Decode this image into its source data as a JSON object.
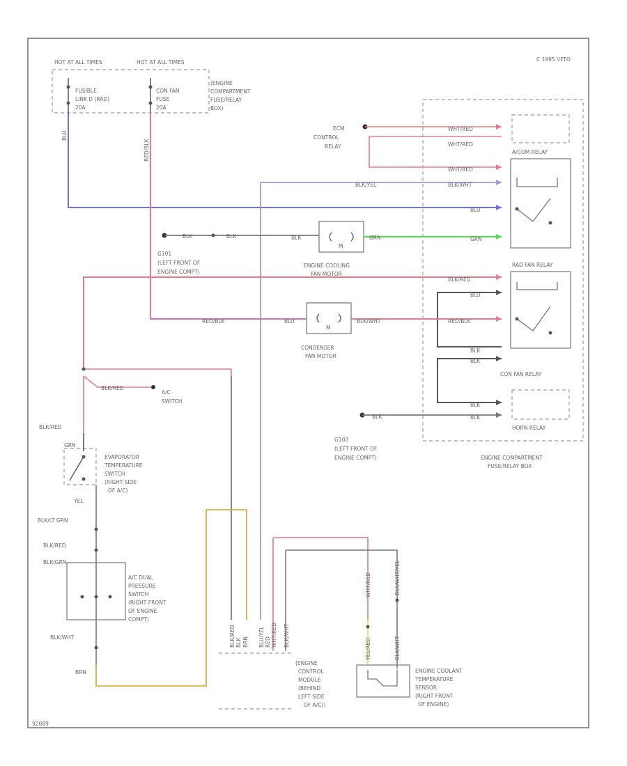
{
  "copyright": "C 1995 VFTO",
  "figure_id": "92089",
  "colors": {
    "red": "#e87a88",
    "blue": "#7070e0",
    "blue_light": "#9a9ae0",
    "pink": "#d070c0",
    "green": "#50e050",
    "yellow": "#d8b040",
    "black": "#555555",
    "gray": "#aaaaaa"
  },
  "power": {
    "hot1": "HOT AT ALL TIMES",
    "hot2": "HOT AT ALL TIMES",
    "fusible_link": [
      "FUSIBLE",
      "LINK D (RAD)",
      "20A"
    ],
    "cond_fan_fuse": [
      "CON FAN",
      "FUSE",
      "20A"
    ],
    "box_label": [
      "(ENGINE",
      "COMPARTMENT",
      "FUSE/RELAY",
      "BOX)"
    ],
    "wire_blu": "BLU",
    "wire_redblk": "RED/BLK"
  },
  "ecm_relay": {
    "label": [
      "ECM",
      "CONTROL",
      "RELAY"
    ],
    "wire1": "WHT/RED",
    "wire2": "WHT/RED",
    "wire3": "WHT/RED"
  },
  "relays": {
    "ac": "A/COM RELAY",
    "radiator": "RAD FAN RELAY",
    "condenser": "CON FAN RELAY",
    "horn": "HORN RELAY",
    "box": [
      "ENGINE COMPARTMENT",
      "FUSE/RELAY BOX"
    ]
  },
  "wires": {
    "blkyel": "BLK/YEL",
    "blkwht1": "BLK/WHT",
    "blu_relay": "BLU",
    "grn": "GRN",
    "blk1": "BLK",
    "blk2": "BLK",
    "blk3": "BLK",
    "grn_motor": "GRN",
    "blkred_rad": "BLK/RED",
    "blu_rad": "BLU",
    "redblk_cond": "RED/BLK",
    "blu_cond": "BLU",
    "blkwht_cond": "BLK/WHT",
    "redblk_relay": "RED/BLK",
    "blk_horn1": "BLK",
    "blk_horn2": "BLK",
    "blk_horn3": "BLK",
    "blk_horn4": "BLK",
    "blk_g102": "BLK",
    "blkred_sw": "BLK/RED",
    "blkred_left": "BLK/RED",
    "grn_sw": "GRN",
    "yel": "YEL",
    "blkltgrn": "BLK/LT GRN",
    "blkred2": "BLK/RED",
    "blkgrn": "BLK/GRN",
    "blkwht2": "BLK/WHT",
    "brn": "BRN"
  },
  "grounds": {
    "g101": [
      "G101",
      "(LEFT FRONT OF",
      "ENGINE COMPT)"
    ],
    "g102": [
      "G102",
      "(LEFT FRONT OF",
      "ENGINE COMPT)"
    ]
  },
  "components": {
    "rad_motor": [
      "ENGINE COOLING",
      "FAN MOTOR"
    ],
    "cond_motor": [
      "CONDENSER",
      "FAN MOTOR"
    ],
    "ac_switch": [
      "A/C",
      "SWITCH"
    ],
    "evap_switch": [
      "EVAPORATOR",
      "TEMPERATURE",
      "SWITCH",
      "(RIGHT SIDE",
      "OF A/C)"
    ],
    "dual_pressure": [
      "A/C DUAL",
      "PRESSURE",
      "SWITCH",
      "(RIGHT FRONT",
      "OF ENGINE",
      "COMPT)"
    ],
    "ecm": [
      "(ENGINE",
      "CONTROL",
      "MODULE",
      "(BEHIND",
      "LEFT SIDE",
      "OF A/C))"
    ],
    "ect_sensor": [
      "ENGINE COOLANT",
      "TEMPERATURE",
      "SENSOR",
      "(RIGHT FRONT",
      "OF ENGINE)"
    ]
  },
  "ecm_pins": [
    "BLK/RED",
    "BRN",
    "BLK",
    "BLU/YEL",
    "RED",
    "WHT/RED",
    "BLK/WHT"
  ],
  "ect_pins": [
    "YEL/RED",
    "WHT/RED",
    "BLK/WHT",
    "BLK/WHT/YEL"
  ]
}
